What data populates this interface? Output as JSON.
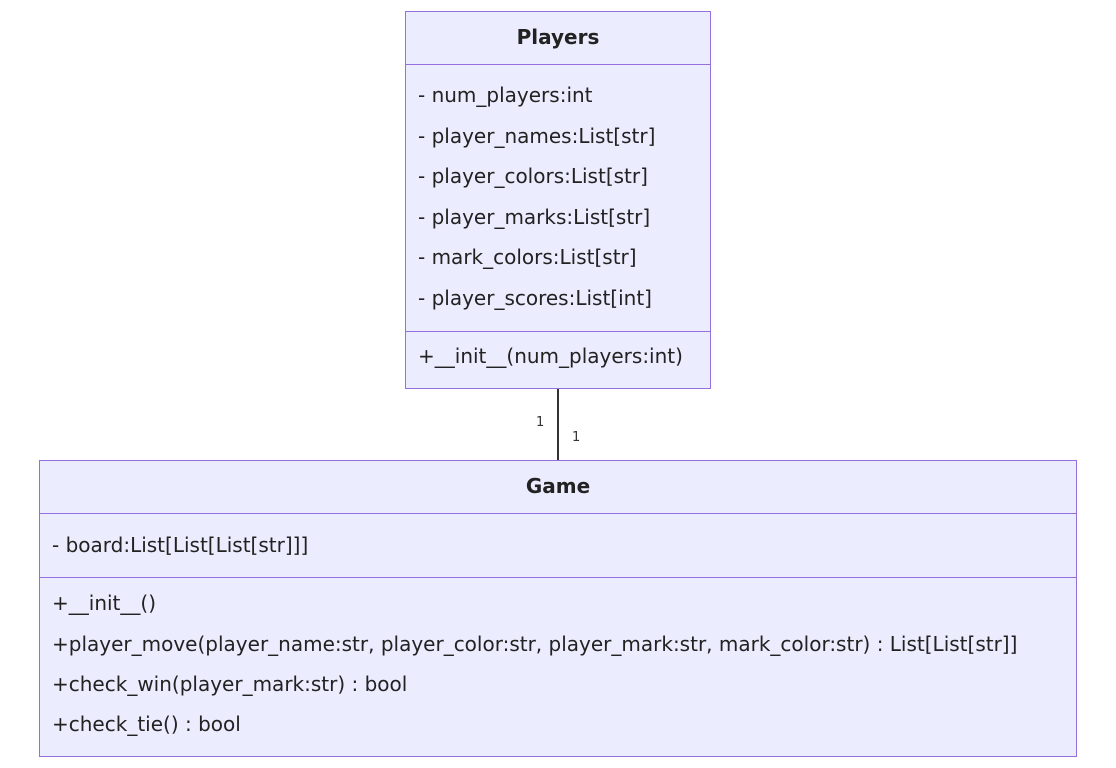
{
  "diagram": {
    "classes": {
      "players": {
        "name": "Players",
        "attributes": [
          "- num_players:int",
          "- player_names:List[str]",
          "- player_colors:List[str]",
          "- player_marks:List[str]",
          "- mark_colors:List[str]",
          "- player_scores:List[int]"
        ],
        "methods": [
          "+__init__(num_players:int)"
        ]
      },
      "game": {
        "name": "Game",
        "attributes": [
          "- board:List[List[List[str]]]"
        ],
        "methods": [
          "+__init__()",
          "+player_move(player_name:str, player_color:str, player_mark:str, mark_color:str) : List[List[str]]",
          "+check_win(player_mark:str) : bool",
          "+check_tie() : bool"
        ]
      }
    },
    "relation": {
      "from": "Players",
      "to": "Game",
      "multiplicity_from": "1",
      "multiplicity_to": "1"
    },
    "colors": {
      "box_fill": "#ececff",
      "box_border": "#9370db",
      "line": "#333333"
    }
  }
}
